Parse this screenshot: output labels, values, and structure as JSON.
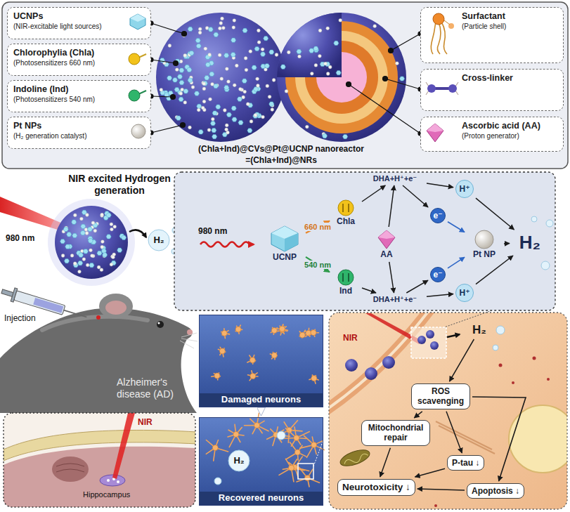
{
  "diagram": {
    "nodes": [
      {
        "text": [
          "UCNPs",
          "(NIR-excitable light sources)"
        ]
      },
      {
        "text": [
          "Chlorophylia (Chla)",
          "(Photosensitizers 660 nm)"
        ]
      },
      {
        "text": [
          "Indoline (Ind)",
          "(Photosensitizers 540 nm)"
        ]
      },
      {
        "text": [
          "Pt NPs",
          "(H₂ generation catalyst)"
        ]
      },
      {
        "text": [
          "Surfactant",
          "(Particle shell)"
        ]
      },
      {
        "text": [
          "Cross-linker"
        ]
      },
      {
        "text": [
          "Ascorbic acid (AA)",
          "(Proton generator)"
        ]
      },
      {
        "text": [
          "UCNP"
        ]
      },
      {
        "text": [
          "Chla"
        ]
      },
      {
        "text": [
          "Ind"
        ]
      },
      {
        "text": [
          "AA"
        ]
      },
      {
        "text": [
          "DHA+H⁺+e⁻"
        ]
      },
      {
        "text": [
          "DHA+H⁺+e⁻"
        ]
      },
      {
        "text": [
          "e⁻"
        ]
      },
      {
        "text": [
          "H⁺"
        ]
      },
      {
        "text": [
          "e⁻"
        ]
      },
      {
        "text": [
          "H⁺"
        ]
      },
      {
        "text": [
          "Pt NP"
        ]
      },
      {
        "text": [
          "H₂"
        ]
      },
      {
        "text": [
          "Damaged neurons"
        ]
      },
      {
        "text": [
          "Recovered neurons"
        ]
      },
      {
        "text": [
          "H₂"
        ]
      },
      {
        "text": [
          "ROS scavenging"
        ]
      },
      {
        "text": [
          "Mitochondrial repair"
        ]
      },
      {
        "text": [
          "P-tau ↓"
        ]
      },
      {
        "text": [
          "Apoptosis ↓"
        ]
      },
      {
        "text": [
          "Neurotoxicity ↓"
        ]
      }
    ],
    "edges": [
      {
        "from": 7,
        "to": 8,
        "label": "660 nm",
        "arrow": "to"
      },
      {
        "from": 7,
        "to": 9,
        "label": "540 nm",
        "arrow": "to"
      },
      {
        "from": 8,
        "to": 11,
        "arrow": "to"
      },
      {
        "from": 10,
        "to": 11,
        "arrow": "to"
      },
      {
        "from": 10,
        "to": 12,
        "arrow": "to"
      },
      {
        "from": 9,
        "to": 12,
        "arrow": "to"
      },
      {
        "from": 11,
        "to": 14,
        "arrow": "to"
      },
      {
        "from": 11,
        "to": 13,
        "arrow": "to"
      },
      {
        "from": 12,
        "to": 16,
        "arrow": "to"
      },
      {
        "from": 12,
        "to": 15,
        "arrow": "to"
      },
      {
        "from": 13,
        "to": 17,
        "arrow": "to"
      },
      {
        "from": 15,
        "to": 17,
        "arrow": "to"
      },
      {
        "from": 14,
        "to": 18,
        "arrow": "to"
      },
      {
        "from": 16,
        "to": 18,
        "arrow": "to"
      },
      {
        "from": 17,
        "to": 18,
        "arrow": "to"
      },
      {
        "from": 19,
        "to": 20,
        "arrow": "to"
      },
      {
        "from": 21,
        "to": 22,
        "arrow": "to"
      },
      {
        "from": 22,
        "to": 23,
        "arrow": "to"
      },
      {
        "from": 22,
        "to": 24,
        "arrow": "to"
      },
      {
        "from": 22,
        "to": 25,
        "arrow": "to"
      },
      {
        "from": 23,
        "to": 26,
        "arrow": "to"
      },
      {
        "from": 24,
        "to": 26,
        "arrow": "to"
      },
      {
        "from": 25,
        "to": 26,
        "arrow": "to"
      }
    ],
    "labels": [
      "NIR excited Hydrogen generation",
      "980 nm",
      "H₂",
      "Injection",
      "Alzheimer's disease (AD)",
      "NIR",
      "Hippocampus",
      "980 nm",
      "H₂",
      "NIR",
      "(Chla+Ind)@CVs@Pt@UCNP nanoreactor",
      "=(Chla+Ind)@NRs"
    ]
  }
}
